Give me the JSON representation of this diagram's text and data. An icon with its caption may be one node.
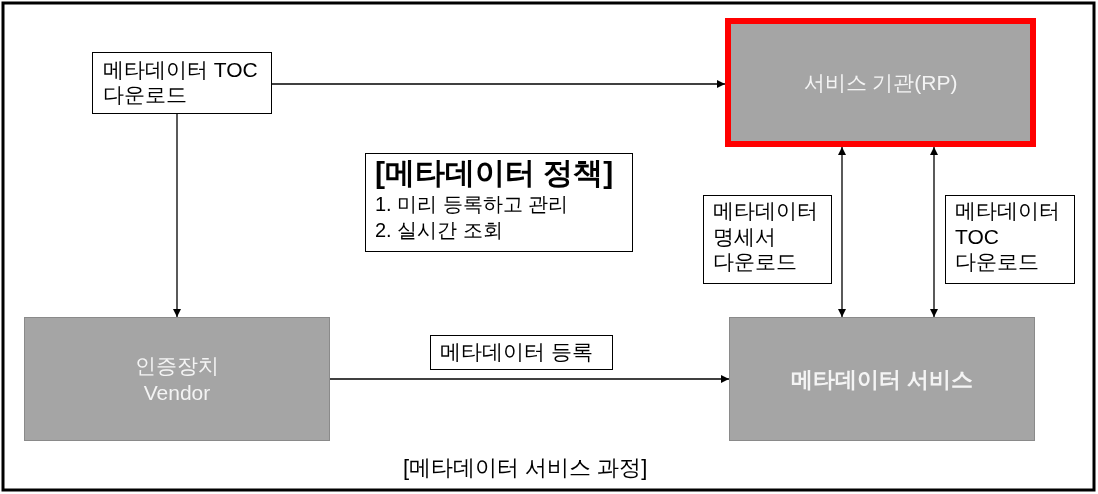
{
  "diagram": {
    "caption": "[메타데이터 서비스 과정]",
    "nodes": [
      {
        "text": [
          "메타데이터 TOC 다운로드"
        ]
      },
      {
        "text": [
          "서비스 기관(RP)"
        ]
      },
      {
        "text": [
          "[메타데이터 정책]",
          "1. 미리 등록하고 관리",
          "2. 실시간 조회"
        ]
      },
      {
        "text": [
          "인증장치 Vendor"
        ]
      },
      {
        "text": [
          "메타데이터 서비스"
        ]
      }
    ],
    "edges": [
      {
        "from": 0,
        "to": 1,
        "arrow": "to"
      },
      {
        "from": 0,
        "to": 3,
        "arrow": "to"
      },
      {
        "from": 1,
        "to": 4,
        "arrow": "both",
        "label": "메타데이터 명세서 다운로드"
      },
      {
        "from": 1,
        "to": 4,
        "arrow": "both",
        "label": "메타데이터 TOC 다운로드"
      },
      {
        "from": 3,
        "to": 4,
        "arrow": "to",
        "label": "메타데이터 등록"
      }
    ]
  }
}
